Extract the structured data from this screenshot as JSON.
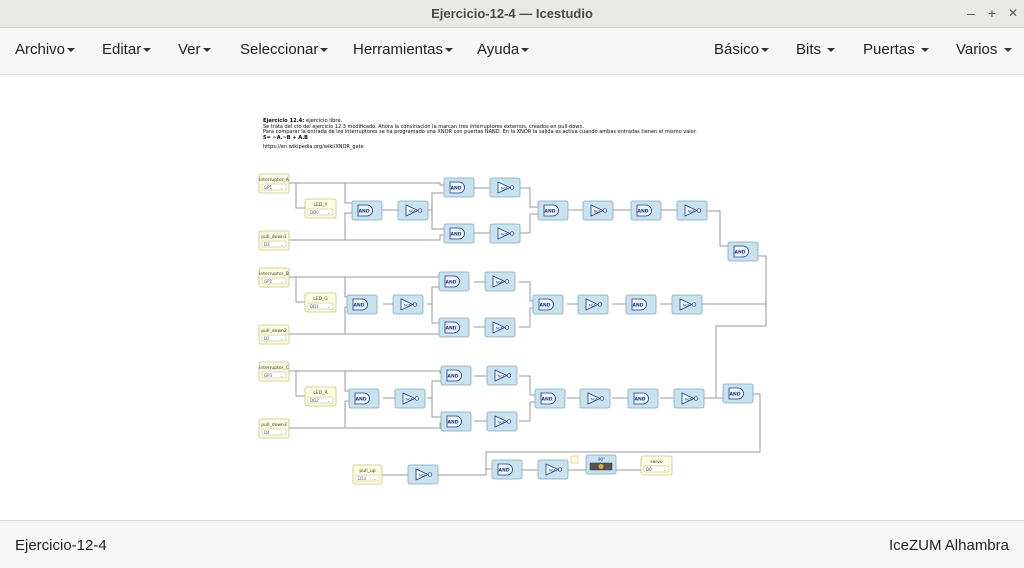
{
  "window": {
    "title": "Ejercicio-12-4 — Icestudio",
    "minimize": "–",
    "maximize": "+",
    "close": "✕"
  },
  "menu": {
    "left": [
      "Archivo",
      "Editar",
      "Ver",
      "Seleccionar",
      "Herramientas",
      "Ayuda"
    ],
    "right": [
      "Básico",
      "Bits",
      "Puertas",
      "Varios"
    ]
  },
  "description": {
    "heading": "Ejercicio 12.4:",
    "heading_rest": " ejercicio libre.",
    "line2": "Se trata del cto del ejercicio 12.3 modificado. Ahora la convinación la marcan tres interruptores externos, creados en pull-down.",
    "line3": "Para comparar la entrada de los interruptores se ha programado una XNOR con puertas NAND. En la XNOR la salida es activa cuando ambas entradas tienen el mismo valor.",
    "formula": "S= ~A.~B + A.B",
    "link": "https://en.wikipedia.org/wiki/XNOR_gate"
  },
  "inputs": [
    {
      "name": "interruptor_A",
      "pin": "GP1"
    },
    {
      "name": "pull_down1",
      "pin": "D3"
    },
    {
      "name": "interruptor_B",
      "pin": "GP2"
    },
    {
      "name": "pull_down2",
      "pin": "D2"
    },
    {
      "name": "interruptor_C",
      "pin": "GP3"
    },
    {
      "name": "pull_down3",
      "pin": "D4"
    },
    {
      "name": "pull_up",
      "pin": "D13"
    }
  ],
  "leds": [
    {
      "name": "LED_Y",
      "pin": "DD0"
    },
    {
      "name": "LED_G",
      "pin": "DD1"
    },
    {
      "name": "LED_R",
      "pin": "DD2"
    }
  ],
  "servo_block": {
    "label": "90°"
  },
  "servo_output": {
    "name": "servo",
    "pin": "D0"
  },
  "gates": {
    "and": "AND",
    "not": "Not"
  },
  "status": {
    "left": "Ejercicio-12-4",
    "right": "IceZUM Alhambra"
  }
}
